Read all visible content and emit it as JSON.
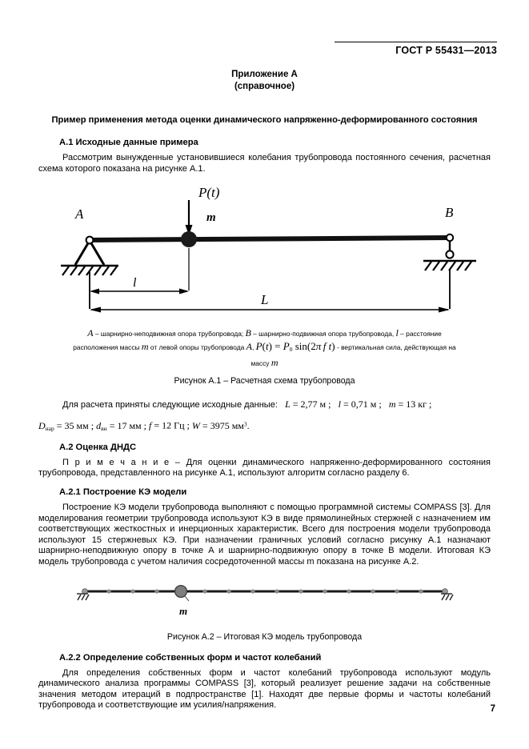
{
  "header": {
    "standard_id": "ГОСТ Р 55431—2013"
  },
  "annex": {
    "title": "Приложение А",
    "subtitle": "(справочное)"
  },
  "main_heading": "Пример применения метода оценки динамического напряженно-деформированного состояния",
  "sections": [
    {
      "id": "A.1",
      "heading": "А.1 Исходные данные примера",
      "paragraphs": [
        "Рассмотрим вынужденные установившиеся колебания трубопровода постоянного сечения, расчетная схема которого показана на рисунке А.1."
      ]
    },
    {
      "id": "A.2",
      "heading": "А.2 Оценка ДНДС",
      "paragraphs": [
        "П р и м е ч а н и е – Для оценки динамического напряженно-деформированного состояния трубопровода, представленного на рисунке А.1, используют алгоритм согласно разделу 6."
      ]
    },
    {
      "id": "A.2.1",
      "heading": "А.2.1 Построение КЭ модели",
      "paragraphs": [
        "Построение КЭ модели трубопровода выполняют с помощью программной системы COMPASS [3]. Для моделирования геометрии трубопровода используют КЭ в виде прямолинейных стержней с назначением им соответствующих жесткостных и инерционных характеристик. Всего для построения модели трубопровода используют 15 стержневых КЭ. При назначении граничных условий согласно рисунку А.1 назначают шарнирно-неподвижную опору в точке A и шарнирно-подвижную опору в точке B модели. Итоговая КЭ модель трубопровода с учетом наличия сосредоточенной массы m показана на рисунке А.2."
      ]
    },
    {
      "id": "A.2.2",
      "heading": "А.2.2 Определение собственных форм и частот колебаний",
      "paragraphs": [
        "Для определения собственных форм и частот колебаний трубопровода используют модуль динамического анализа программы COMPASS [3], который реализует решение задачи на собственные значения методом итераций в подпространстве [1]. Находят две первые формы и частоты колебаний трубопровода и соответствующие им усилия/напряжения."
      ]
    }
  ],
  "figure1": {
    "labels": {
      "force": "P(t)",
      "mass": "m",
      "support_left": "A",
      "support_right": "B",
      "dim_short": "l",
      "dim_long": "L"
    },
    "note_line1_a": "A",
    "note_line1_b": " – шарнирно-неподвижная опора трубопровода; ",
    "note_line1_c": "B",
    "note_line1_d": " – шарнирно-подвижная опора трубопровода,  ",
    "note_line1_e": "l",
    "note_line1_f": " – расстояние",
    "note_line2_a": "расположения массы ",
    "note_line2_b": "m",
    "note_line2_c": "  от левой опоры трубопровода ",
    "note_line2_d": "A",
    "note_line2_e": ",  ",
    "note_line2_formula": "P(t) = P₀ sin(2π ft)",
    "note_line2_f": " - вертикальная сила, действующая на",
    "note_line3_a": "массу  ",
    "note_line3_b": "m",
    "caption": "Рисунок А.1 – Расчетная схема трубопровода"
  },
  "initial_data": {
    "lead_in": "Для   расчета   приняты   следующие   исходные   данные:",
    "values": [
      {
        "symbol": "L",
        "subscript": "",
        "value": "2,77",
        "unit": "м",
        "sep": ";"
      },
      {
        "symbol": "l",
        "subscript": "",
        "value": "0,71",
        "unit": "м",
        "sep": ";"
      },
      {
        "symbol": "m",
        "subscript": "",
        "value": "13",
        "unit": "кг",
        "sep": ";"
      },
      {
        "symbol": "D",
        "subscript": "нар",
        "value": "35",
        "unit": "мм",
        "sep": ";"
      },
      {
        "symbol": "d",
        "subscript": "вн",
        "value": "17",
        "unit": "мм",
        "sep": ";"
      },
      {
        "symbol": "f",
        "subscript": "",
        "value": "12",
        "unit": "Гц",
        "sep": ";"
      },
      {
        "symbol": "W",
        "subscript": "",
        "value": "3975",
        "unit": "мм³",
        "sep": "."
      }
    ]
  },
  "figure2": {
    "mass_label": "m",
    "node_count": 16,
    "element_count": 15,
    "caption": "Рисунок А.2 – Итоговая КЭ модель трубопровода"
  },
  "page_number": "7",
  "colors": {
    "text": "#000000",
    "background": "#ffffff",
    "node_fill": "#8a8a8a"
  }
}
